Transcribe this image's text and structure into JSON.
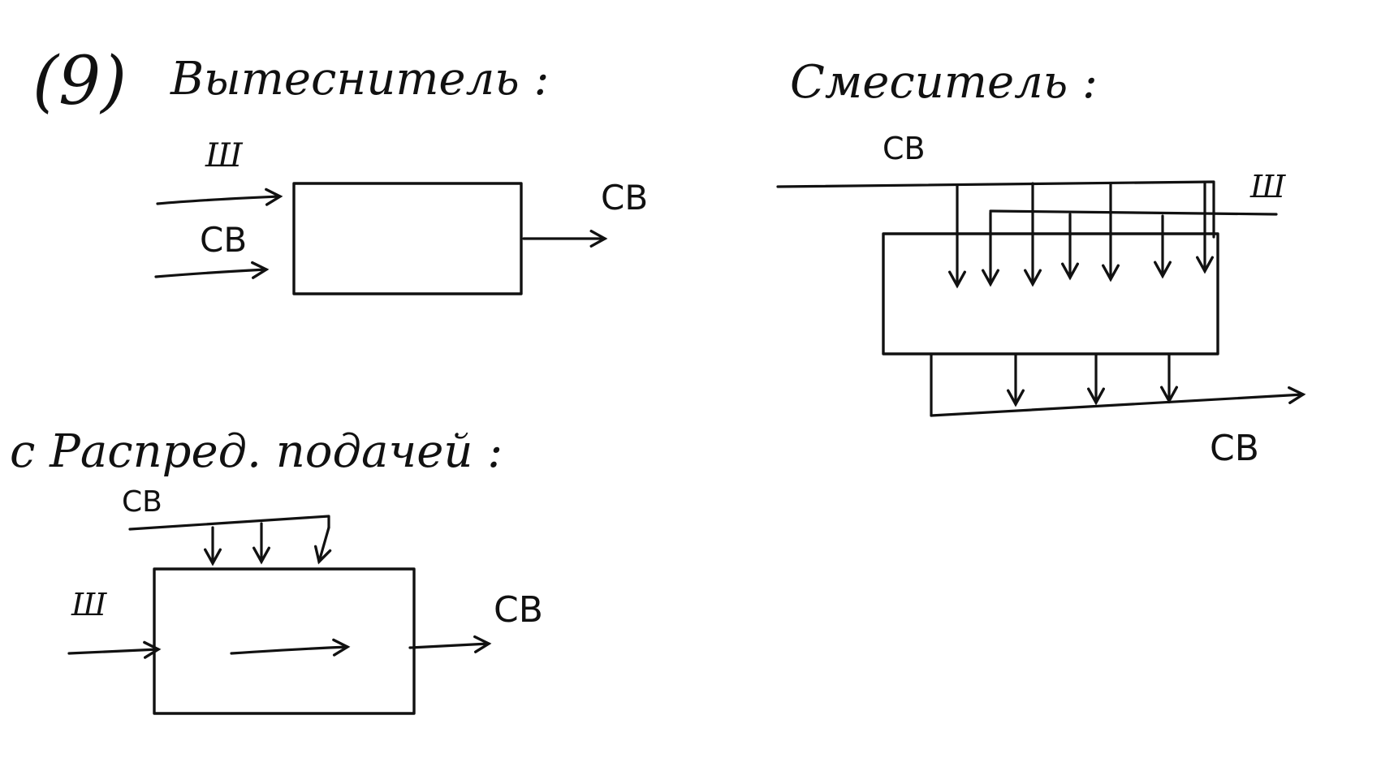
{
  "colors": {
    "ink": "#111111",
    "paper": "#ffffff"
  },
  "problem_number": "(9)",
  "diagrams": {
    "top_left": {
      "title": "Вытеснитель :",
      "input_top_label": "Ш",
      "input_bottom_label": "СВ",
      "output_label": "СВ"
    },
    "top_right": {
      "title": "Смеситель :",
      "top_feed_label": "СВ",
      "second_feed_label": "Ш",
      "output_label": "СВ"
    },
    "bottom_left": {
      "title": "с Распред. подачей :",
      "top_feed_label": "СВ",
      "input_label": "Ш",
      "output_label": "СВ"
    }
  }
}
